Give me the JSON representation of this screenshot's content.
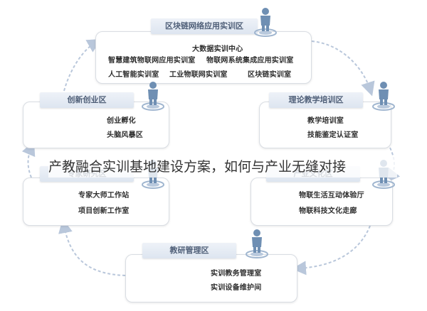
{
  "caption": "产教融合实训基地建设方案，如何与产业无缝对接",
  "colors": {
    "tag_text": "#4f5f78",
    "arrow": "#b9c7db",
    "person": "#6f8fb3"
  },
  "top_box": {
    "tag": "区块链网络应用实训区",
    "rows": [
      [
        "大数据实训中心"
      ],
      [
        "智慧建筑物联网应用实训室",
        "物联网系统集成应用实训室"
      ],
      [
        "人工智能实训室",
        "工业物联网实训室",
        "区块链实训室"
      ]
    ]
  },
  "left_top_box": {
    "tag": "创新创业区",
    "rows": [
      "创业孵化",
      "头脑风暴区"
    ]
  },
  "right_top_box": {
    "tag": "理论教学培训区",
    "rows": [
      "教学培训室",
      "技能鉴定认证室"
    ]
  },
  "left_bottom_box": {
    "tag": "专家研究区",
    "rows": [
      "专家大师工作站",
      "项目创新工作室"
    ]
  },
  "right_bottom_box": {
    "tag": "产业文化区",
    "rows": [
      "物联生活互动体验厅",
      "物联科技文化走廊"
    ]
  },
  "bottom_box": {
    "tag": "教研管理区",
    "rows": [
      "实训教务管理室",
      "实训设备维护间"
    ]
  }
}
